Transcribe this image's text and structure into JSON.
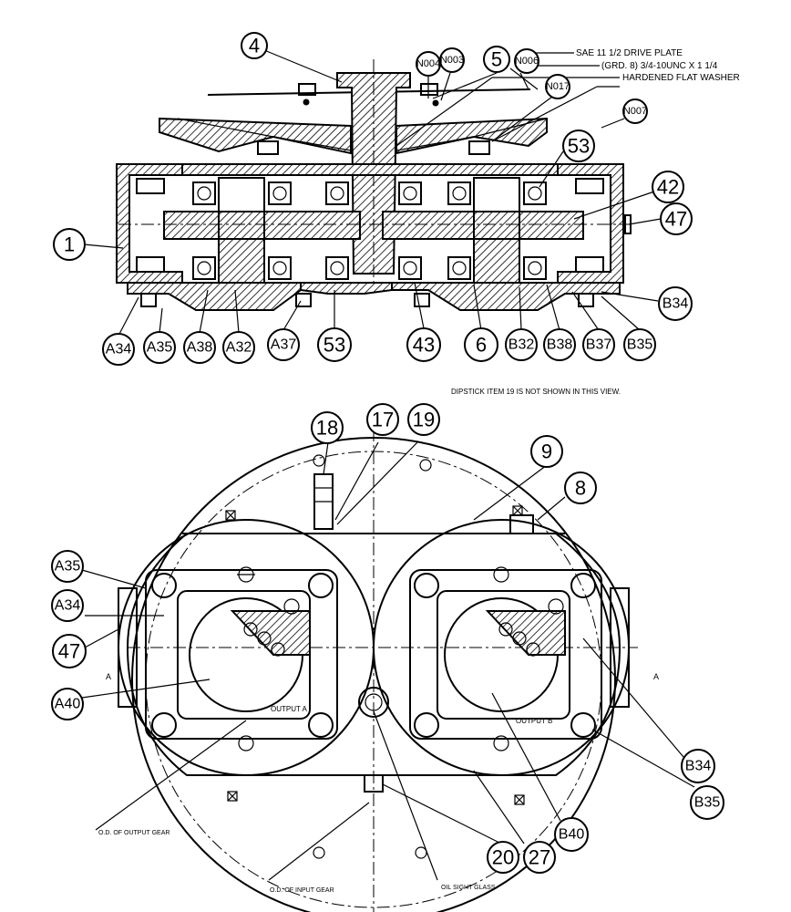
{
  "section_view": {
    "notes": {
      "drive_plate": "SAE 11 1/2 DRIVE PLATE",
      "bolt": "(GRD. 8) 3/4-10UNC X 1 1/4",
      "washer": "HARDENED FLAT WASHER"
    },
    "bubbles": {
      "b4": "4",
      "b5": "5",
      "n004": "N004",
      "n003": "N003",
      "n006": "N006",
      "n017": "N017",
      "n007": "N007",
      "b53_top": "53",
      "b42": "42",
      "b47_top": "47",
      "b1": "1",
      "b34": "B34",
      "a34": "A34",
      "a35": "A35",
      "a38": "A38",
      "a32": "A32",
      "a37": "A37",
      "b53_bot": "53",
      "b43": "43",
      "b6": "6",
      "b32": "B32",
      "b38": "B38",
      "b37": "B37",
      "b35": "B35"
    }
  },
  "plan_view": {
    "notes": {
      "dipstick": "DIPSTICK ITEM 19 IS NOT SHOWN IN THIS VIEW.",
      "output_a": "OUTPUT A",
      "output_b": "OUTPUT B",
      "od_output_gear": "O.D. OF OUTPUT GEAR",
      "od_input_gear": "O.D. OF INPUT GEAR",
      "oil_sight_glass": "OIL SIGHT GLASS",
      "section_a_left": "A",
      "section_a_right": "A"
    },
    "bubbles": {
      "b18": "18",
      "b17": "17",
      "b19": "19",
      "b9": "9",
      "b8": "8",
      "a35": "A35",
      "a34": "A34",
      "b47": "47",
      "a40": "A40",
      "b34": "B34",
      "b35": "B35",
      "b40": "B40",
      "b20": "20",
      "b27": "27"
    }
  }
}
